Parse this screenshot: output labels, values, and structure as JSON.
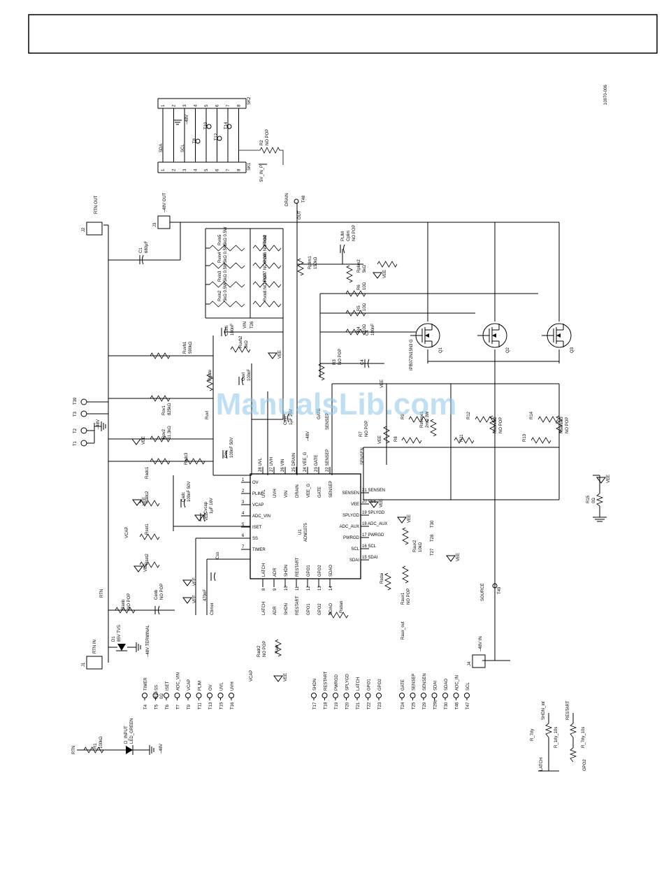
{
  "header": {
    "title": ""
  },
  "figure_code": "10070-006",
  "watermark": "ManualsLib.com",
  "connector": {
    "bottom": "SK1",
    "top": "SK2",
    "pins": [
      "1",
      "2",
      "3",
      "4",
      "5",
      "6",
      "7",
      "8"
    ],
    "sda": "SDA",
    "scl": "SCL",
    "neg48": "–48V",
    "tps": [
      "T8",
      "T10",
      "T12",
      "T14"
    ],
    "r2": "R2",
    "r2_note": "NO POP",
    "net5v": "5V_IN_P"
  },
  "labels": {
    "rtn_out": "RTN OUT",
    "j2": "J2",
    "neg48_out": "–48V OUT",
    "j3": "J3",
    "drain": "DRAIN",
    "t48": "T48",
    "out": "OUT",
    "c1": "C1",
    "c1_val": "680μF",
    "rtn": "RTN",
    "rtn_in": "RTN IN",
    "j1": "J1",
    "t39": "T39",
    "t3": "T3",
    "t2": "T2",
    "t1": "T1",
    "neg48v": "–48V",
    "vee": "VEE",
    "d1": "D1",
    "d1_val": "85V TVS",
    "terminal": "–48V TERMINAL",
    "ranb": "Ranb",
    "nopop": "NO POP",
    "cenb": "Cenb",
    "nopop2": "NO POP",
    "r1": "R1",
    "r1_val": "100kΩ",
    "rtn_r1": "RTN",
    "d_input": "D_INPUT",
    "led": "LED_GREEN",
    "neg48_led": "–48V",
    "plim": "PLIM",
    "cplim": "Cplim",
    "rplim1": "Rplim1",
    "rplim1_val": "150kΩ",
    "rplim2": "Rplim2",
    "rplim2_val": "5kΩ",
    "r6": "R6",
    "r5": "R5",
    "r4": "R4",
    "r_val": "10Ω",
    "r3": "R3",
    "c4": "C4",
    "c4_val": "100nF",
    "q1": "Q1",
    "q2": "Q2",
    "q3": "Q3",
    "q1_part": "IPB072N15N3 G",
    "rsense1": "Rsense1",
    "rsense1_val": "2mΩ 3W",
    "rsense2": "Rsense2",
    "rsense3": "Rsense3",
    "r9": "R9",
    "r12": "R12",
    "r14": "R14",
    "r8": "R8",
    "r11": "R11",
    "r13": "R13",
    "r7": "R7",
    "r15": "R15",
    "r15_val": "0Ω",
    "gate": "GATE",
    "sensep": "SENSEP",
    "sensen": "SENSEN",
    "cvin": "Cvin",
    "cvin_val": "1μF 25V",
    "vin": "VIN",
    "t26": "T26",
    "ruvh1": "Ruvh1",
    "ruvh1_val": "590kΩ",
    "ruvh2": "Ruvh2",
    "ruvh2_val": "5kΩ",
    "rov1": "Rov1",
    "rov1_val": "825kΩ",
    "rov2": "Rov2",
    "rov2_val": "11.3kΩ",
    "cuvh": "Cuvh",
    "cuvh_val": "100nF",
    "cuvl": "Cuvl",
    "cuvl_val": "100nF",
    "rgate": "Rgate",
    "ruvl": "Ruvl",
    "cov": "Cov",
    "cov_val": "100nF 50V",
    "cadc": "Cadc",
    "cadc_val": "100nF 50V",
    "cvcap": "Cvcap",
    "cvcap_val": "1μF 16V",
    "rset1": "Rset1",
    "rset2": "Rset2",
    "radc1": "Radc1",
    "radc2": "Radc2",
    "radc3": "Radc3",
    "css": "Css",
    "ctimer": "Ctimer",
    "ctimer_val": "470nF",
    "radr": "Radr",
    "radr2": "Radr2",
    "rsdao": "Rsdao",
    "rsdai": "Rsdai",
    "raux1": "Raux1",
    "raux2": "Raux2",
    "raux2_val": "10kΩ",
    "raux_out": "Raux_out",
    "t30": "T30",
    "t28": "T28",
    "t27": "T27",
    "t49": "T49",
    "source": "SOURCE",
    "j4": "J4",
    "neg48_in": "–48V IN",
    "vcap": "VCAP",
    "rv1": [
      "Rvin1",
      "Rvin6 NO POP",
      "Rvin7 NO POP",
      "Rvin8 NO POP"
    ],
    "rv2": [
      "Rvin5",
      "Rvin4",
      "Rvin3",
      "Rvin2"
    ],
    "rv_vals": "5kΩ 0.5W",
    "r7_lbl": "R_7rly",
    "r_shdn": "SHDN_int",
    "r10": "R_1rly_10s",
    "r10b": "R_7rly_10s",
    "latch": "LATCH",
    "restart": "RESTART",
    "gpo2": "GPO2"
  },
  "ic": {
    "name": "U1",
    "part": "ADM1075",
    "top_pins": [
      {
        "num": "28",
        "name": "UVL"
      },
      {
        "num": "27",
        "name": "UVH"
      },
      {
        "num": "26",
        "name": "VIN"
      },
      {
        "num": "25",
        "name": "DRAIN"
      },
      {
        "num": "24",
        "name": "VEE_G"
      },
      {
        "num": "23",
        "name": "GATE"
      },
      {
        "num": "22",
        "name": "SENSEP"
      }
    ],
    "left_pins": [
      {
        "num": "1",
        "name": "OV"
      },
      {
        "num": "2",
        "name": "PLIM"
      },
      {
        "num": "3",
        "name": "VCAP"
      },
      {
        "num": "4",
        "name": "ADC_VIN"
      },
      {
        "num": "5",
        "name": "ISET"
      },
      {
        "num": "6",
        "name": "SS"
      },
      {
        "num": "7",
        "name": "TIMER"
      }
    ],
    "bottom_pins": [
      {
        "num": "8",
        "name": "LATCH"
      },
      {
        "num": "9",
        "name": "ADR"
      },
      {
        "num": "10",
        "name": "SHDN"
      },
      {
        "num": "11",
        "name": "RESTART"
      },
      {
        "num": "12",
        "name": "GPO1"
      },
      {
        "num": "13",
        "name": "GPO2"
      },
      {
        "num": "14",
        "name": "SDAO"
      }
    ],
    "right_pins": [
      {
        "num": "21",
        "name": "SENSEN"
      },
      {
        "num": "20",
        "name": "VEE"
      },
      {
        "num": "19",
        "name": "SPLYGD"
      },
      {
        "num": "18",
        "name": "ADC_AUX"
      },
      {
        "num": "17",
        "name": "PWRGD"
      },
      {
        "num": "16",
        "name": "SCL"
      },
      {
        "num": "15",
        "name": "SDAI"
      }
    ]
  },
  "testpoints": {
    "group1": [
      {
        "t": "T4",
        "n": "TIMER"
      },
      {
        "t": "T5",
        "n": "SS"
      },
      {
        "t": "T6",
        "n": "ISET"
      },
      {
        "t": "T7",
        "n": "ADC_VIN"
      },
      {
        "t": "T9",
        "n": "VCAP"
      },
      {
        "t": "T11",
        "n": "PLIM"
      },
      {
        "t": "T13",
        "n": "OV"
      },
      {
        "t": "T15",
        "n": "UVL"
      },
      {
        "t": "T16",
        "n": "UVH"
      }
    ],
    "group2": [
      {
        "t": "T17",
        "n": "SHDN"
      },
      {
        "t": "T18",
        "n": "RESTART"
      },
      {
        "t": "T19",
        "n": "PWRGD"
      },
      {
        "t": "T20",
        "n": "SPLYGD"
      },
      {
        "t": "T21",
        "n": "LATCH"
      },
      {
        "t": "T22",
        "n": "GPO1"
      },
      {
        "t": "T23",
        "n": "GPO2"
      }
    ],
    "group3": [
      {
        "t": "T24",
        "n": "GATE"
      },
      {
        "t": "T25",
        "n": "SENSEP"
      },
      {
        "t": "T29",
        "n": "SENSEN"
      },
      {
        "t": "T29b",
        "n": "SDAI"
      },
      {
        "t": "T30",
        "n": "SDAO"
      },
      {
        "t": "T46",
        "n": "ADC_IN"
      },
      {
        "t": "T47",
        "n": "SCL"
      }
    ]
  }
}
